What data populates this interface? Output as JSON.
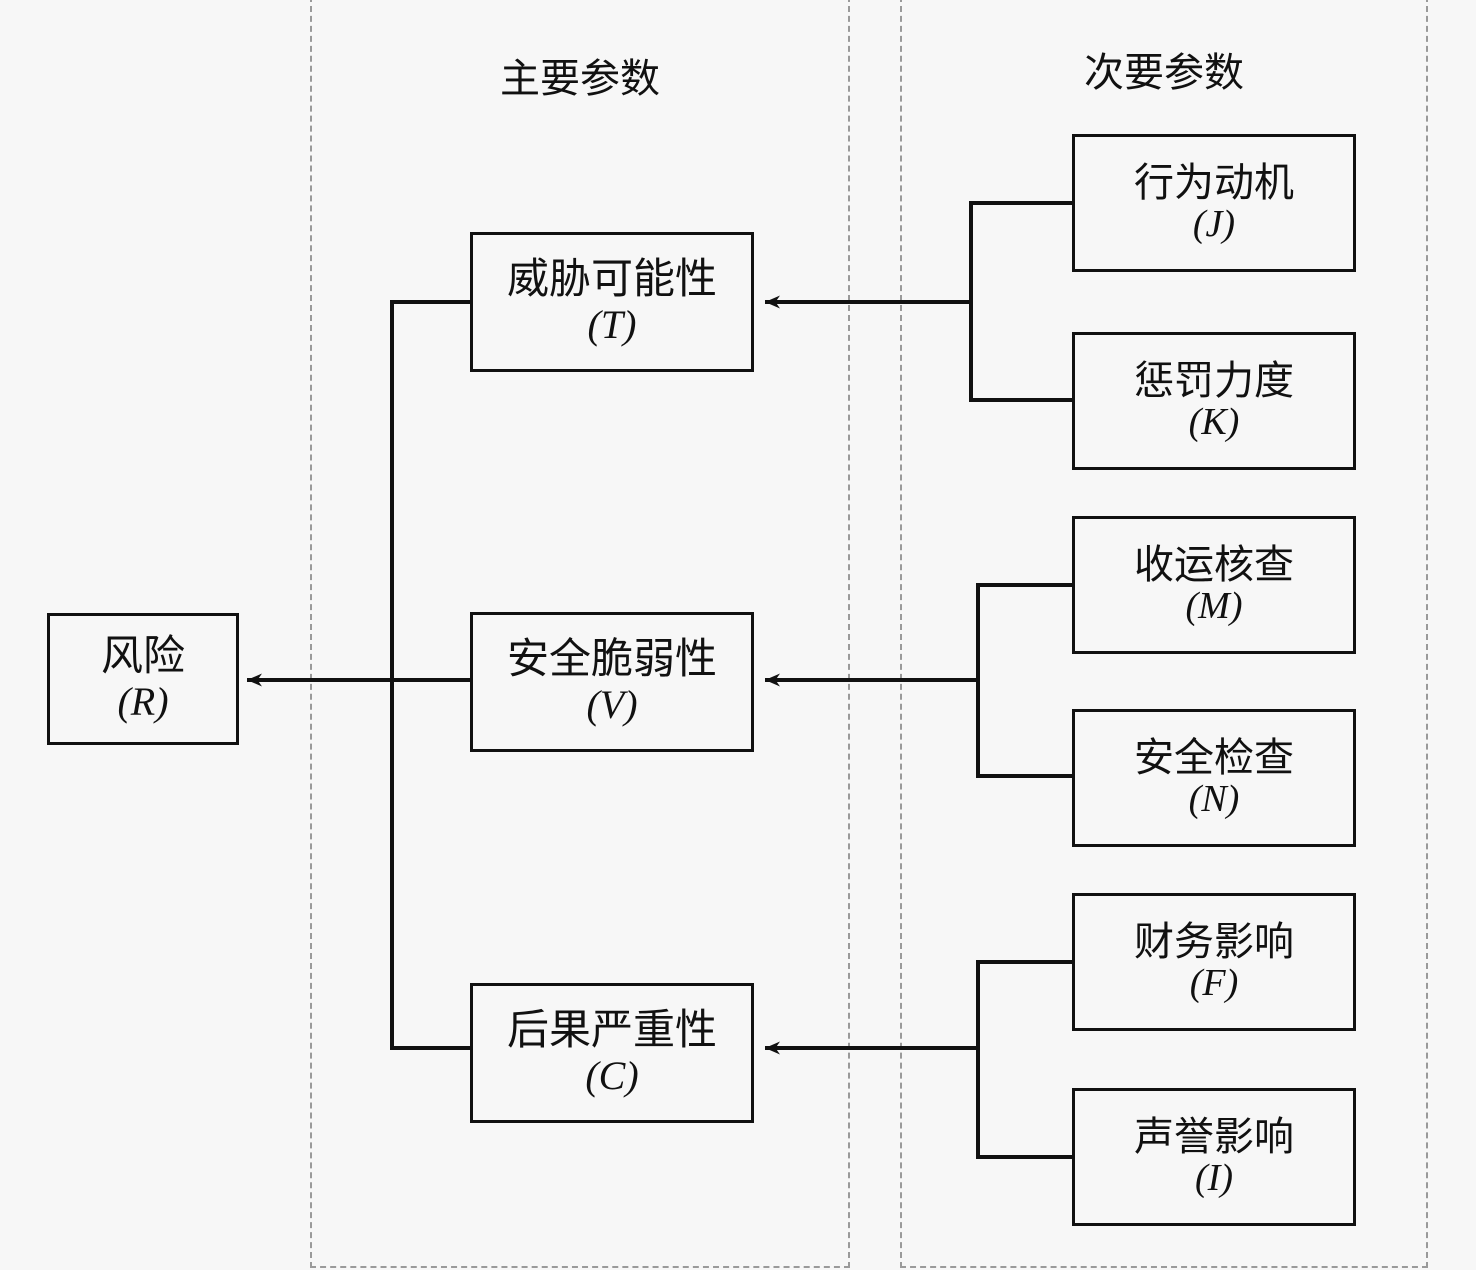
{
  "diagram": {
    "title_primary": "主要参数",
    "title_secondary": "次要参数",
    "groups": [
      {
        "name": "primary-parameters",
        "label": "主要参数"
      },
      {
        "name": "secondary-parameters",
        "label": "次要参数"
      }
    ],
    "nodes": {
      "risk": {
        "cn": "风险",
        "sym": "(R)",
        "symbol": "R"
      },
      "threat": {
        "cn": "威胁可能性",
        "sym": "(T)",
        "symbol": "T"
      },
      "vulnerability": {
        "cn": "安全脆弱性",
        "sym": "(V)",
        "symbol": "V"
      },
      "consequence": {
        "cn": "后果严重性",
        "sym": "(C)",
        "symbol": "C"
      },
      "motivation": {
        "cn": "行为动机",
        "sym": "(J)",
        "symbol": "J"
      },
      "penalty": {
        "cn": "惩罚力度",
        "sym": "(K)",
        "symbol": "K"
      },
      "transport_check": {
        "cn": "收运核查",
        "sym": "(M)",
        "symbol": "M"
      },
      "security_check": {
        "cn": "安全检查",
        "sym": "(N)",
        "symbol": "N"
      },
      "financial_impact": {
        "cn": "财务影响",
        "sym": "(F)",
        "symbol": "F"
      },
      "reputation_impact": {
        "cn": "声誉影响",
        "sym": "(I)",
        "symbol": "I"
      }
    },
    "edges": [
      {
        "from": "threat",
        "to": "risk",
        "type": "bracket-arrow"
      },
      {
        "from": "vulnerability",
        "to": "risk",
        "type": "bracket-arrow"
      },
      {
        "from": "consequence",
        "to": "risk",
        "type": "bracket-arrow"
      },
      {
        "from": "motivation",
        "to": "threat",
        "type": "bracket-arrow"
      },
      {
        "from": "penalty",
        "to": "threat",
        "type": "bracket-arrow"
      },
      {
        "from": "transport_check",
        "to": "vulnerability",
        "type": "bracket-arrow"
      },
      {
        "from": "security_check",
        "to": "vulnerability",
        "type": "bracket-arrow"
      },
      {
        "from": "financial_impact",
        "to": "consequence",
        "type": "bracket-arrow"
      },
      {
        "from": "reputation_impact",
        "to": "consequence",
        "type": "bracket-arrow"
      }
    ],
    "colors": {
      "background": "#f7f7f7",
      "node_border": "#111111",
      "group_border": "#9a9a9a",
      "connector": "#111111",
      "text": "#111111"
    }
  }
}
